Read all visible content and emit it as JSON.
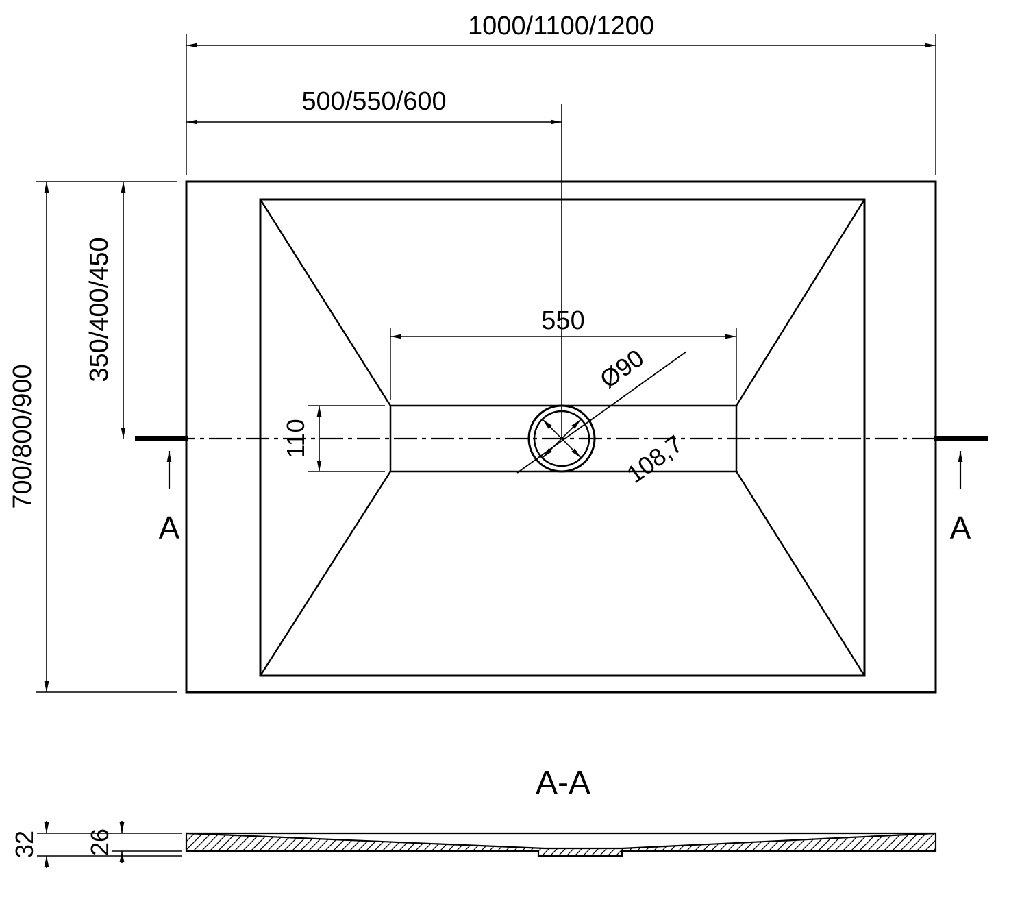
{
  "drawing_type": "shower-tray-technical-drawing",
  "colors": {
    "line": "#000000",
    "background": "#ffffff"
  },
  "top_view": {
    "dim_total_width": "1000/1100/1200",
    "dim_half_width": "500/550/600",
    "dim_total_depth": "700/800/900",
    "dim_half_depth": "350/400/450",
    "dim_flat_width": "550",
    "dim_flat_height": "110",
    "dim_drain_diameter": "Ø90",
    "dim_drain_diagonal": "108,7",
    "section_marker_left": "A",
    "section_marker_right": "A"
  },
  "section_view": {
    "label": "A-A",
    "dim_overall_thickness": "32",
    "dim_edge_thickness": "26"
  }
}
